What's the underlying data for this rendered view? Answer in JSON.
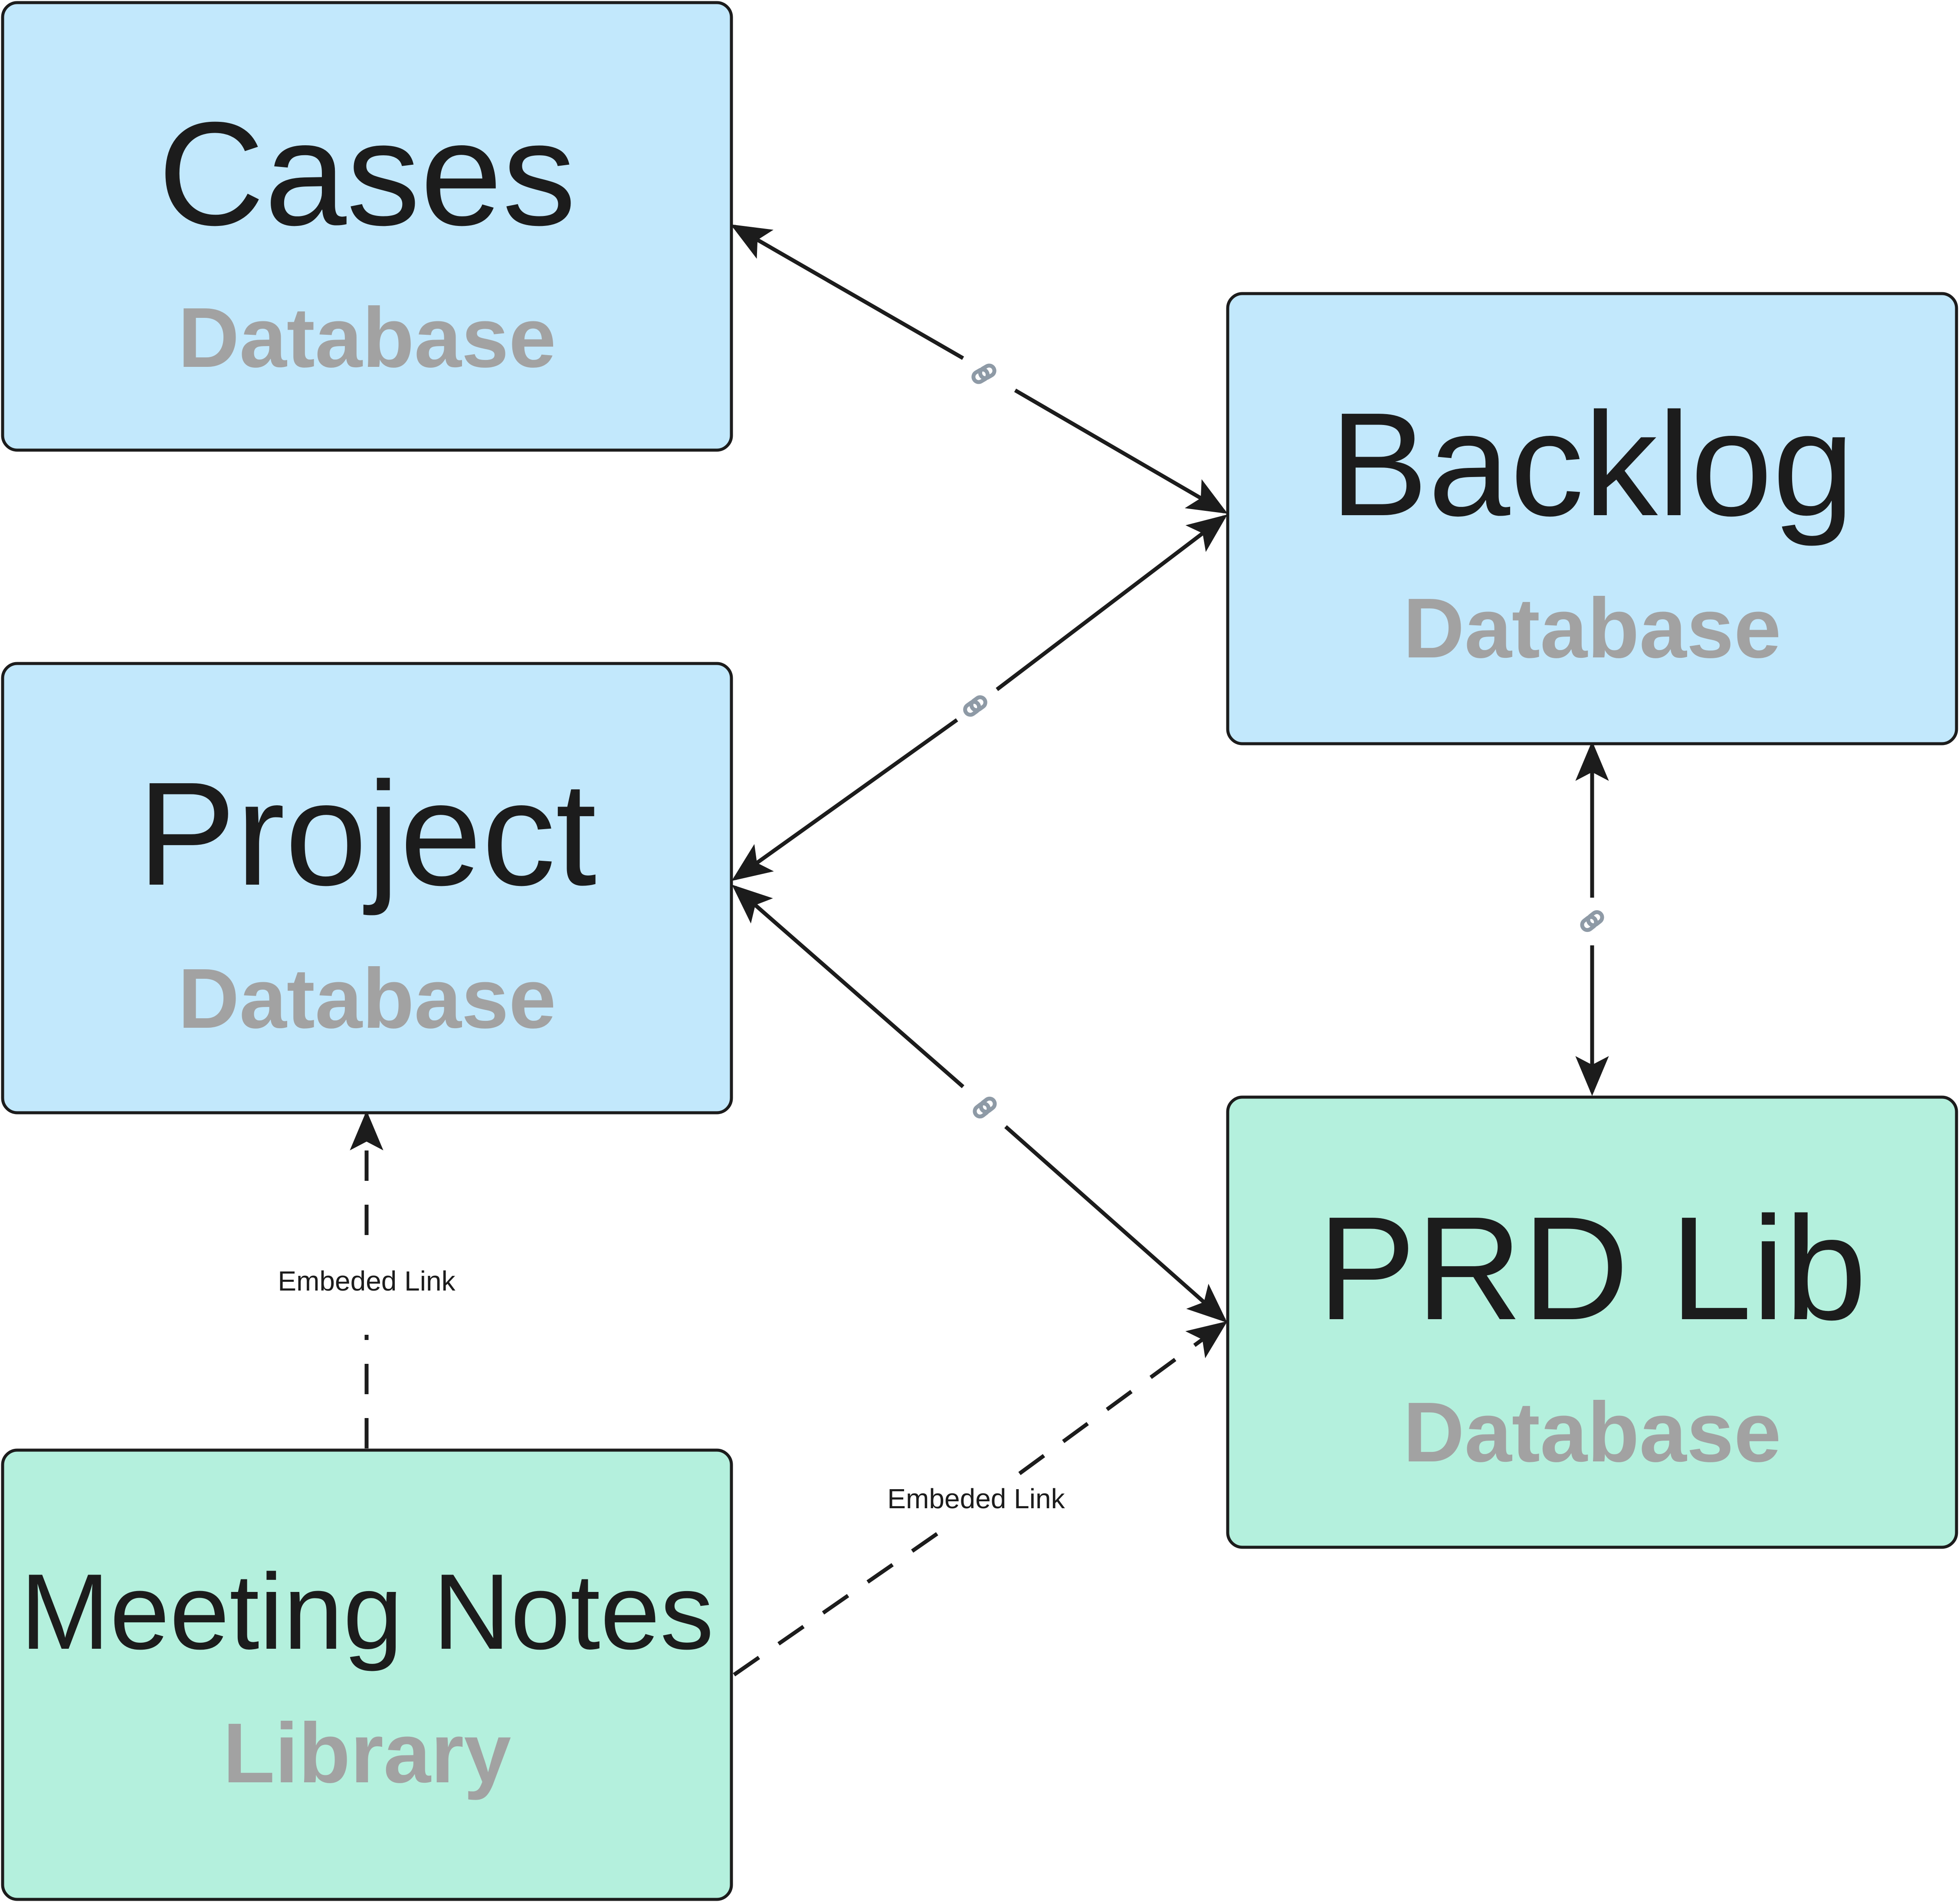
{
  "colors": {
    "database_fill": "#c2e8fc",
    "library_fill": "#b4f0dd",
    "stroke": "#1c1c1c",
    "subtitle": "#a2a2a2",
    "link_icon": "#8e9aa6"
  },
  "nodes": {
    "cases": {
      "title": "Cases",
      "subtitle": "Database"
    },
    "backlog": {
      "title": "Backlog",
      "subtitle": "Database"
    },
    "project": {
      "title": "Project",
      "subtitle": "Database"
    },
    "prd": {
      "title": "PRD Lib",
      "subtitle": "Database"
    },
    "meeting": {
      "title": "Meeting Notes",
      "subtitle": "Library"
    }
  },
  "edges": [
    {
      "from": "cases",
      "to": "backlog",
      "style": "solid",
      "bidirectional": true,
      "icon": "link-icon"
    },
    {
      "from": "project",
      "to": "backlog",
      "style": "solid",
      "bidirectional": true,
      "icon": "link-icon"
    },
    {
      "from": "project",
      "to": "prd",
      "style": "solid",
      "bidirectional": true,
      "icon": "link-icon"
    },
    {
      "from": "backlog",
      "to": "prd",
      "style": "solid",
      "bidirectional": true,
      "icon": "link-icon"
    },
    {
      "from": "meeting",
      "to": "project",
      "style": "dashed",
      "bidirectional": false,
      "label": "Embeded Link"
    },
    {
      "from": "meeting",
      "to": "prd",
      "style": "dashed",
      "bidirectional": false,
      "label": "Embeded Link"
    }
  ]
}
